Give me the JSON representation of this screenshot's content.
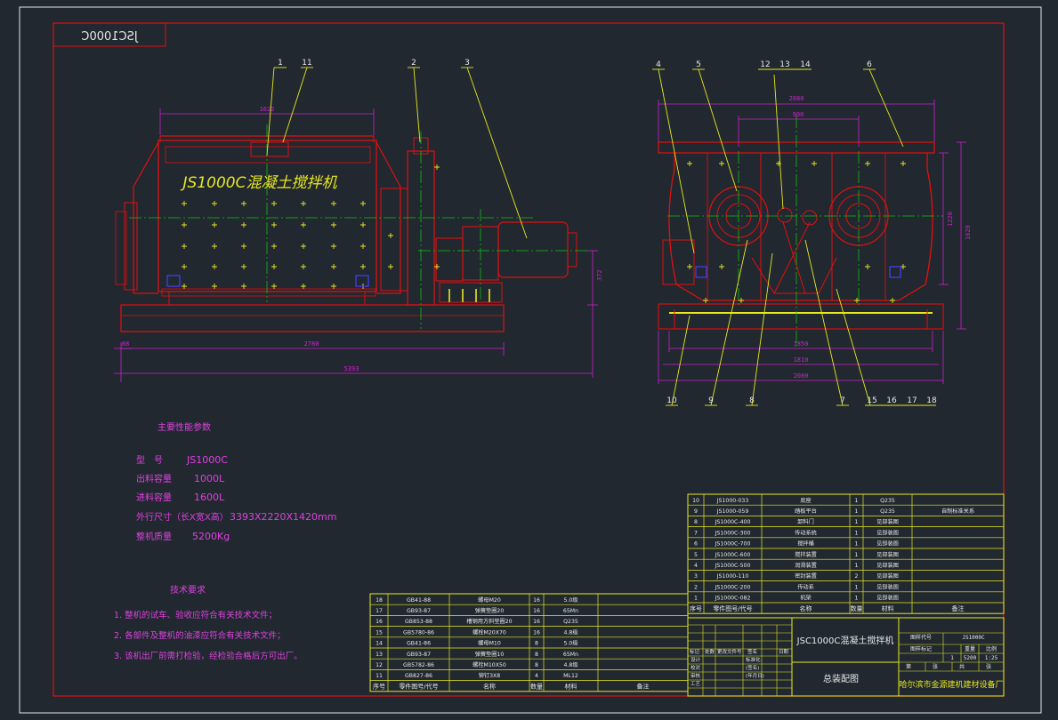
{
  "drawing_code": "JSC1000C",
  "front_view": {
    "title": "JS1000C混凝土搅拌机",
    "callouts": [
      "1",
      "11",
      "2",
      "3"
    ],
    "dims": {
      "top": "1622",
      "base": "2780",
      "total": "5393",
      "left_small": "88",
      "right_side": "372"
    }
  },
  "side_view": {
    "callouts_top": [
      "4",
      "5",
      "12",
      "13",
      "14",
      "6"
    ],
    "callouts_bottom": [
      "10",
      "9",
      "8",
      "7",
      "15",
      "16",
      "17",
      "18"
    ],
    "dims": {
      "top_outer": "2080",
      "top_inner": "900",
      "height_inner": "1220",
      "height_outer": "1620",
      "bottom_1": "1850",
      "bottom_2": "1810",
      "bottom_3": "2080"
    }
  },
  "params": {
    "title": "主要性能参数",
    "rows": [
      {
        "label": "型　号",
        "value": "JS1000C"
      },
      {
        "label": "出料容量",
        "value": "1000L"
      },
      {
        "label": "进料容量",
        "value": "1600L"
      },
      {
        "label": "外行尺寸（长X宽X高）",
        "value": "3393X2220X1420mm"
      },
      {
        "label": "整机质量",
        "value": "5200Kg"
      }
    ]
  },
  "requirements": {
    "title": "技术要求",
    "items": [
      "1.  整机的试车、验收应符合有关技术文件；",
      "2.  各部件及整机的油漆应符合有关技术文件；",
      "3.  该机出厂前需打检验，经检验合格后方可出厂。"
    ]
  },
  "bom_right": {
    "rows": [
      [
        "10",
        "JS1000-033",
        "底座",
        "1",
        "Q235",
        ""
      ],
      [
        "9",
        "JS1000-059",
        "踏板平台",
        "1",
        "Q235",
        "自制标准关系"
      ],
      [
        "8",
        "JS1000C-400",
        "卸料门",
        "1",
        "见部装图",
        ""
      ],
      [
        "7",
        "JS1000C-300",
        "传动系统",
        "1",
        "见部装图",
        ""
      ],
      [
        "6",
        "JS1000C-700",
        "搅拌桶",
        "1",
        "见部装图",
        ""
      ],
      [
        "5",
        "JS1000C-600",
        "搅拌装置",
        "1",
        "见部装图",
        ""
      ],
      [
        "4",
        "JS1000C-500",
        "润滑装置",
        "1",
        "见部装图",
        ""
      ],
      [
        "3",
        "JS1000-110",
        "密封装置",
        "2",
        "见部装图",
        ""
      ],
      [
        "2",
        "JS1000C-200",
        "传动系",
        "1",
        "见部装图",
        ""
      ],
      [
        "1",
        "JS1000C-082",
        "机架",
        "1",
        "见部装图",
        ""
      ]
    ],
    "header": [
      "序号",
      "零件图号/代号",
      "名称",
      "数量",
      "材料",
      "备注"
    ]
  },
  "bom_left": {
    "rows": [
      [
        "18",
        "GB41-88",
        "螺母M20",
        "16",
        "5.0级"
      ],
      [
        "17",
        "GB93-87",
        "弹簧垫圈20",
        "16",
        "65Mn"
      ],
      [
        "16",
        "GB853-88",
        "槽钢用方斜垫圈20",
        "16",
        "Q235"
      ],
      [
        "15",
        "GB5780-86",
        "螺栓M20X70",
        "16",
        "4.8级"
      ],
      [
        "14",
        "GB41-86",
        "螺母M10",
        "8",
        "5.0级"
      ],
      [
        "13",
        "GB93-87",
        "弹簧垫圈10",
        "8",
        "65Mn"
      ],
      [
        "12",
        "GB5782-86",
        "螺栓M10X50",
        "8",
        "4.8级"
      ],
      [
        "11",
        "GB827-86",
        "铆钉3X8",
        "4",
        "ML12"
      ]
    ],
    "header": [
      "序号",
      "零件图号/代号",
      "名称",
      "数量",
      "材料",
      "备注"
    ]
  },
  "title_block": {
    "product": "JSC1000C混凝土搅拌机",
    "drawing_name": "总装配图",
    "company": "哈尔滨市金源建机建材设备厂",
    "doc_no_label": "图样代号",
    "doc_no": "JS1000C",
    "stage_labels": [
      "图样标记",
      "重量",
      "比例"
    ],
    "weight": "5200",
    "scale": "1:25",
    "qty": "1",
    "sheet": [
      "第",
      "张",
      "共",
      "张"
    ],
    "roles": [
      "设计",
      "校对",
      "审核",
      "工艺"
    ],
    "misc": [
      "标记",
      "处数",
      "更改文件号",
      "签名",
      "日期",
      "标准化",
      "(签名)",
      "(年月日)"
    ]
  },
  "colors": {
    "bg": "#212830",
    "frame": "#e01010",
    "dim": "#d020d0",
    "callout": "#e8e820",
    "center": "#10c010",
    "text": "#e8e8e8",
    "machine": "#e01010",
    "pink": "#e040e0"
  }
}
